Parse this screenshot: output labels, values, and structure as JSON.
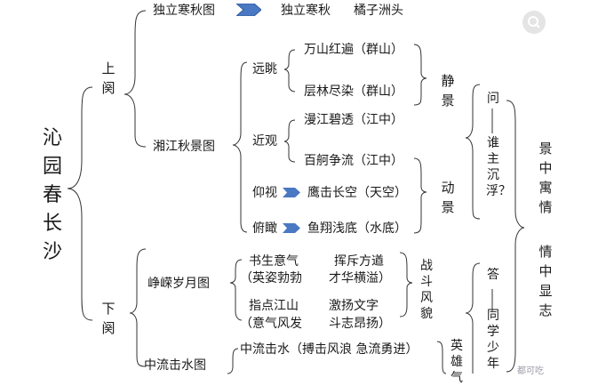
{
  "title": "沁园春 长沙",
  "shang_que": "上阕",
  "xia_que": "下阕",
  "upper": {
    "duli_tu": "独立寒秋图",
    "duli_a": "独立寒秋",
    "duli_b": "橘子洲头",
    "xiangjiang_tu": "湘江秋景图",
    "yuantiao": "远眺",
    "jinguan": "近观",
    "yangshi": "仰视",
    "fukan": "俯瞰",
    "wanshan": "万山红遍（群山）",
    "cenglin": "层林尽染（群山）",
    "manjiang": "漫江碧透（江中）",
    "baige": "百舸争流（江中）",
    "yingji": "鹰击长空（天空）",
    "yuxiang": "鱼翔浅底（水底）",
    "jingjing": "静景",
    "dongjing": "动景",
    "wen": "问",
    "question": "谁主沉浮？",
    "jingzhong": "景中寓情"
  },
  "lower": {
    "zhengrong_tu": "峥嵘岁月图",
    "shusheng": "书生意气",
    "huichi": "挥斥方遒",
    "yingzi": "（英姿勃勃",
    "caihua": "才华横溢）",
    "zhidian": "指点江山",
    "jiyang": "激扬文字",
    "yiqi": "（意气风发",
    "douzhi": "斗志昂扬）",
    "zhandou": "战斗风貌",
    "da": "答",
    "answer": "同学少年",
    "qingzhong": "情中显志",
    "zhongliu_tu": "中流击水图",
    "zhongliu": "中流击水（搏击风浪 急流勇进）",
    "yingxiong": "英雄气"
  },
  "watermark": "都可吃"
}
